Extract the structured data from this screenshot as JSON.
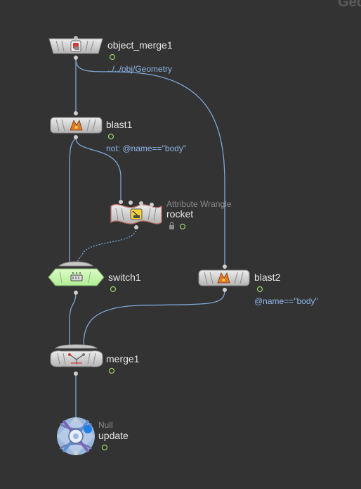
{
  "network": {
    "context_label": "Geo",
    "nodes": {
      "object_merge1": {
        "name": "object_merge1",
        "comment": "../../obj/Geometry",
        "icon": "object-merge-icon"
      },
      "blast1": {
        "name": "blast1",
        "comment": "not: @name==\"body\"",
        "icon": "blast-icon"
      },
      "rocket": {
        "name": "rocket",
        "type": "Attribute Wrangle",
        "icon": "attribute-wrangle-icon",
        "locked": true
      },
      "switch1": {
        "name": "switch1",
        "icon": "switch-icon",
        "color": "#c8f7b0"
      },
      "blast2": {
        "name": "blast2",
        "comment": "@name==\"body\"",
        "icon": "blast-icon"
      },
      "merge1": {
        "name": "merge1",
        "icon": "merge-icon"
      },
      "update": {
        "name": "update",
        "type": "Null",
        "icon": "null-icon"
      }
    },
    "colors": {
      "background": "#333333",
      "wire": "#7fa6d4",
      "node_body": "#d2d2d2",
      "node_label": "#e6e6e6",
      "comment": "#8fb5e8",
      "flag_ok": "#9ad36b"
    }
  }
}
